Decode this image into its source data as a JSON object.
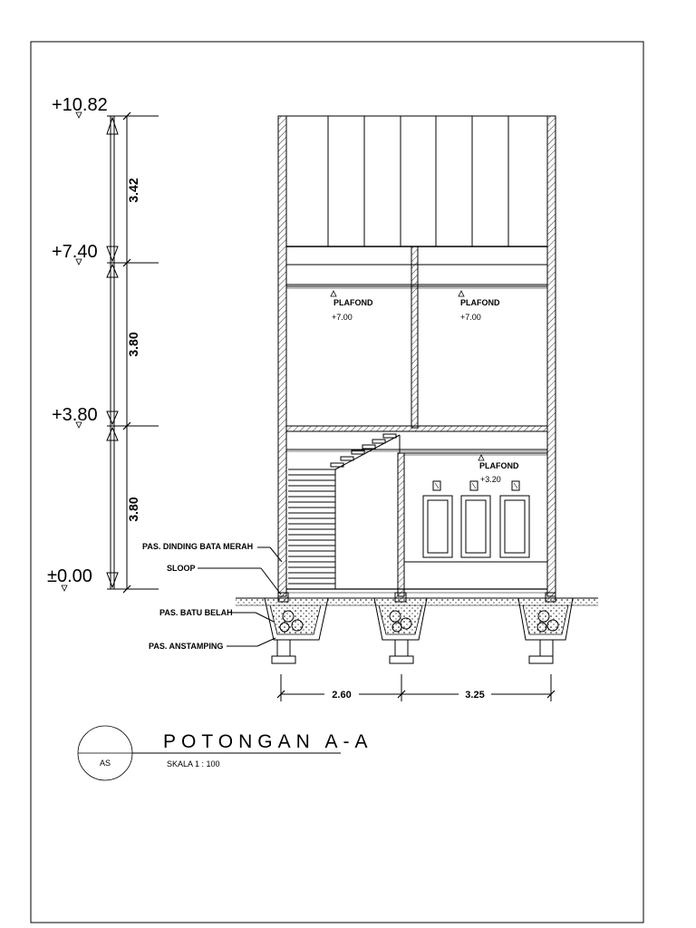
{
  "levels": [
    {
      "label": "+10.82"
    },
    {
      "label": "+7.40"
    },
    {
      "label": "+3.80"
    },
    {
      "label": "±0.00"
    }
  ],
  "vertical_dims": [
    "3.42",
    "3.80",
    "3.80"
  ],
  "plafond": [
    {
      "label": "PLAFOND",
      "level": "+7.00"
    },
    {
      "label": "PLAFOND",
      "level": "+7.00"
    },
    {
      "label": "PLAFOND",
      "level": "+3.20"
    }
  ],
  "callouts": [
    "PAS. DINDING BATA MERAH",
    "SLOOP",
    "PAS. BATU BELAH",
    "PAS. ANSTAMPING"
  ],
  "horizontal_dims": [
    "2.60",
    "3.25"
  ],
  "title": {
    "main": "POTONGAN A-A",
    "scale": "SKALA 1 : 100",
    "badge": "AS"
  }
}
